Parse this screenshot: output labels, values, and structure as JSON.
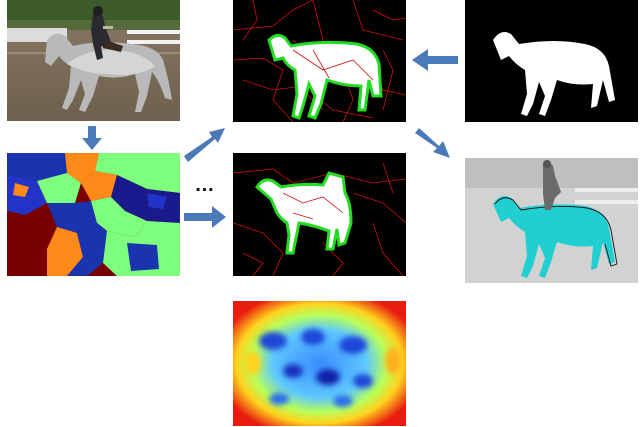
{
  "figure": {
    "ellipsis": "…",
    "panels": {
      "photo": {
        "name": "input-photo",
        "icon": "horse-rider-photo"
      },
      "segmap": {
        "name": "segmentation-map",
        "icon": "colored-superpixel-map"
      },
      "boundA": {
        "name": "boundary-map-top",
        "icon": "red-boundaries-green-contour"
      },
      "boundB": {
        "name": "boundary-map-bottom",
        "icon": "red-boundaries-green-contour"
      },
      "maskbin": {
        "name": "binary-mask",
        "icon": "white-horse-silhouette"
      },
      "overlay": {
        "name": "mask-overlay",
        "icon": "cyan-horse-overlay"
      },
      "heatmap": {
        "name": "heatmap",
        "icon": "jet-colormap-heatmap"
      }
    },
    "colors": {
      "arrow": "#4a7ab8",
      "boundary_red": "#d01010",
      "contour_green": "#22dd22",
      "overlay_cyan": "#22cfd0"
    }
  }
}
